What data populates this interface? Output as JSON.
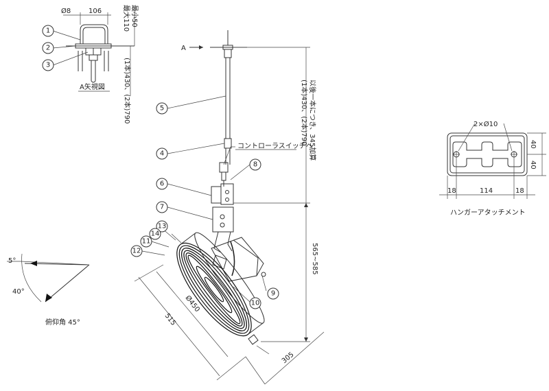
{
  "view_a": {
    "dia": "Ø8",
    "width": "106",
    "vertical_note_a": "最大110",
    "vertical_note_b": "最小50",
    "pipe_length": "(1本)430、(2本)790",
    "caption": "A矢視図"
  },
  "main": {
    "arrow_label": "A",
    "pipe_note_a": "(1本)430、(2本)790",
    "pipe_note_b": "以後一本につき、345加算",
    "controller_label": "コントローラスイッチへ",
    "height_dim": "565~585",
    "fan_dia": "Ø450",
    "fan_depth": "515",
    "fan_width": "305"
  },
  "tilt": {
    "angle_up": "5°",
    "angle_down": "40°",
    "caption": "俯仰角 45°"
  },
  "hanger": {
    "holes": "2×Ø10",
    "dim_h_top": "40",
    "dim_h_bottom": "40",
    "dim_left": "18",
    "dim_mid": "114",
    "dim_right": "18",
    "caption": "ハンガーアタッチメント"
  },
  "callouts": [
    "1",
    "2",
    "3",
    "4",
    "5",
    "6",
    "7",
    "8",
    "9",
    "10",
    "11",
    "12",
    "13",
    "14"
  ]
}
